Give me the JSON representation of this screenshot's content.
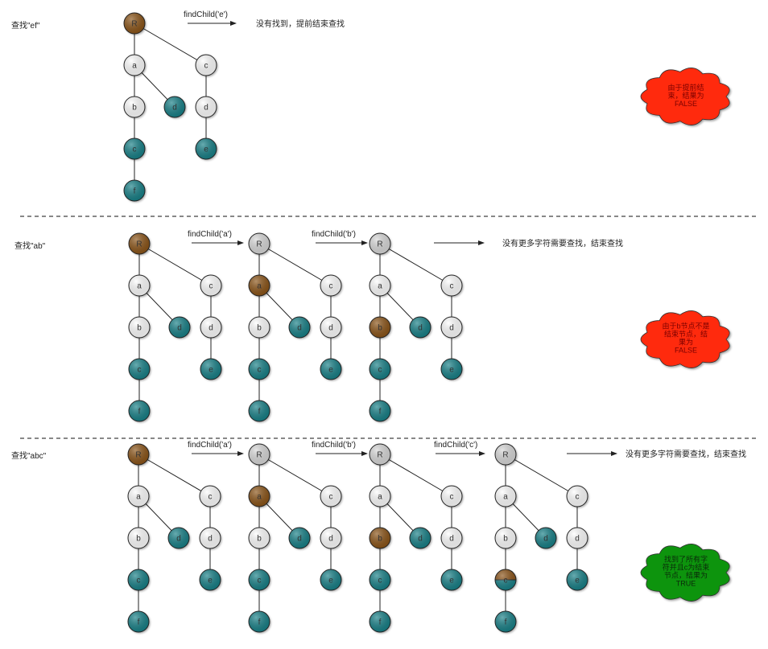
{
  "colors": {
    "start": "#8a5216",
    "current": "#8a5216",
    "end_node": "#127f86",
    "normal": "#ffffff",
    "visited": "#d8d8d8",
    "cloud_false": "#ff2a10",
    "cloud_true": "#119411",
    "cloud_false_text": "#7a0000",
    "cloud_true_text": "#0b2a0b"
  },
  "node_labels": {
    "root": "R",
    "a": "a",
    "b": "b",
    "c_left": "c",
    "f": "f",
    "d_left": "d",
    "c_right": "c",
    "d_right": "d",
    "e": "e"
  },
  "rows": [
    {
      "query_label": "查找\"ef\"",
      "steps": [
        {
          "arrow_label": "findChild('e')",
          "highlight": "root"
        }
      ],
      "result_text": "没有找到，提前结束查找",
      "cloud": {
        "kind": "false",
        "lines": [
          "由于提前结",
          "束，结果为",
          "FALSE"
        ]
      }
    },
    {
      "query_label": "查找\"ab\"",
      "steps": [
        {
          "arrow_label": "findChild('a')",
          "highlight": "root"
        },
        {
          "arrow_label": "findChild('b')",
          "highlight": "a"
        },
        {
          "arrow_label": "",
          "highlight": "b"
        }
      ],
      "result_text": "没有更多字符需要查找，结束查找",
      "cloud": {
        "kind": "false",
        "lines": [
          "由于b节点不是",
          "结束节点，结",
          "果为",
          "FALSE"
        ]
      }
    },
    {
      "query_label": "查找\"abc\"",
      "steps": [
        {
          "arrow_label": "findChild('a')",
          "highlight": "root"
        },
        {
          "arrow_label": "findChild('b')",
          "highlight": "a"
        },
        {
          "arrow_label": "findChild('c')",
          "highlight": "b"
        },
        {
          "arrow_label": "",
          "highlight": "c_left"
        }
      ],
      "result_text": "没有更多字符需要查找，结束查找",
      "cloud": {
        "kind": "true",
        "lines": [
          "找到了所有字",
          "符并且c为结束",
          "节点，结果为",
          "TRUE"
        ]
      }
    }
  ]
}
